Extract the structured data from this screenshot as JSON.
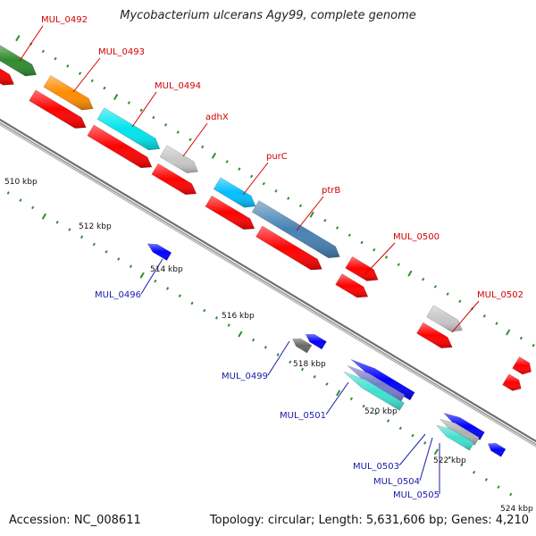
{
  "title": "Mycobacterium ulcerans Agy99, complete genome",
  "footer": {
    "accession": "Accession: NC_008611",
    "summary": "Topology: circular; Length: 5,631,606 bp; Genes: 4,210"
  },
  "colors": {
    "forward_label": "#d40000",
    "reverse_label": "#1a1aa8",
    "backbone": "#7a7a7a",
    "tick": "#2f8f2f"
  },
  "kbp_labels": [
    "510 kbp",
    "512 kbp",
    "514 kbp",
    "516 kbp",
    "518 kbp",
    "520 kbp",
    "522 kbp",
    "524 kbp"
  ],
  "gene_labels": {
    "forward": [
      "MUL_0492",
      "MUL_0493",
      "MUL_0494",
      "adhX",
      "purC",
      "ptrB",
      "MUL_0500",
      "MUL_0502"
    ],
    "reverse": [
      "MUL_0496",
      "MUL_0499",
      "MUL_0501",
      "MUL_0503",
      "MUL_0504",
      "MUL_0505"
    ]
  },
  "features": {
    "forward_outer": [
      {
        "color": "#2e8b2e"
      },
      {
        "color": "#ff8c00"
      },
      {
        "color": "#00e5ee"
      },
      {
        "color": "#c8c8c8"
      },
      {
        "color": "#00bfff"
      },
      {
        "color": "#4682b4"
      },
      {
        "color": "#ff0000"
      },
      {
        "color": "#c8c8c8"
      },
      {
        "color": "#ff0000"
      },
      {
        "color": "#ff1493"
      }
    ],
    "forward_inner": [
      {
        "color": "#ff0000"
      },
      {
        "color": "#ff0000"
      },
      {
        "color": "#ff0000"
      },
      {
        "color": "#ff0000"
      },
      {
        "color": "#ff0000"
      },
      {
        "color": "#ff0000"
      },
      {
        "color": "#ff0000"
      },
      {
        "color": "#ff0000"
      },
      {
        "color": "#ff0000"
      }
    ],
    "reverse": [
      {
        "color": "#0000ff"
      },
      {
        "color": "#0000ff"
      },
      {
        "color": "#666666"
      },
      {
        "color": "#0000ff"
      },
      {
        "color": "#7a7acc"
      },
      {
        "color": "#40e0d0"
      },
      {
        "color": "#0000ff"
      },
      {
        "color": "#b0b0b0"
      },
      {
        "color": "#40e0d0"
      },
      {
        "color": "#0000ff"
      }
    ]
  }
}
